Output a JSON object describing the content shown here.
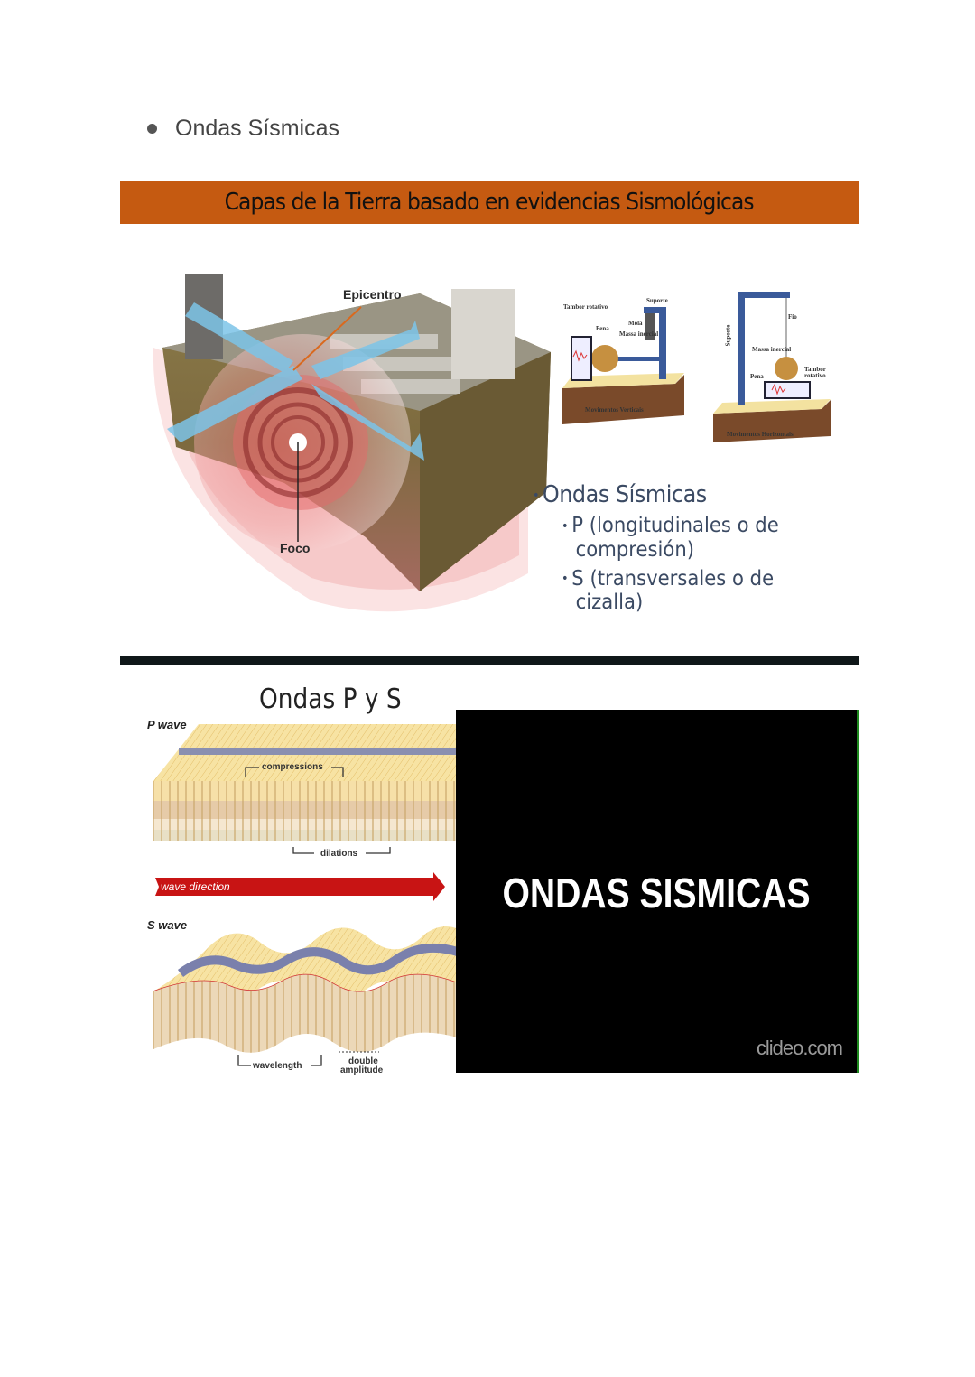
{
  "document": {
    "bullet_item": "Ondas Sísmicas"
  },
  "slide1": {
    "banner_title": "Capas de la Tierra basado en evidencias Sismológicas",
    "banner_color": "#c55a11",
    "diagram_labels": {
      "epicentro": "Epicentro",
      "foco": "Foco"
    },
    "seismograph_vertical": {
      "tambor": "Tambor rotativo",
      "suporte": "Suporte",
      "pena": "Pena",
      "mola": "Mola",
      "massa": "Massa inercial",
      "base": "Movimentos Verticais"
    },
    "seismograph_horizontal": {
      "suporte": "Suporte",
      "fio": "Fio",
      "massa": "Massa inercial",
      "tambor": "Tambor rotativo",
      "pena": "Pena",
      "base": "Movimentos Horizontais"
    },
    "list": {
      "heading": "Ondas Sísmicas",
      "items": [
        {
          "line1": "P (longitudinales o de",
          "line2": "compresión)"
        },
        {
          "line1": "S (transversales o de",
          "line2": "cizalla)"
        }
      ]
    }
  },
  "slide2": {
    "divider_color": "#0f1719",
    "title": "Ondas P y S",
    "p_wave_label": "P wave",
    "compressions_label": "compressions",
    "dilations_label": "dilations",
    "wave_direction_label": "wave direction",
    "s_wave_label": "S wave",
    "wavelength_label": "wavelength",
    "double_label": "double",
    "amplitude_label": "amplitude",
    "video": {
      "title": "ONDAS SISMICAS",
      "watermark": "clideo.com"
    }
  }
}
